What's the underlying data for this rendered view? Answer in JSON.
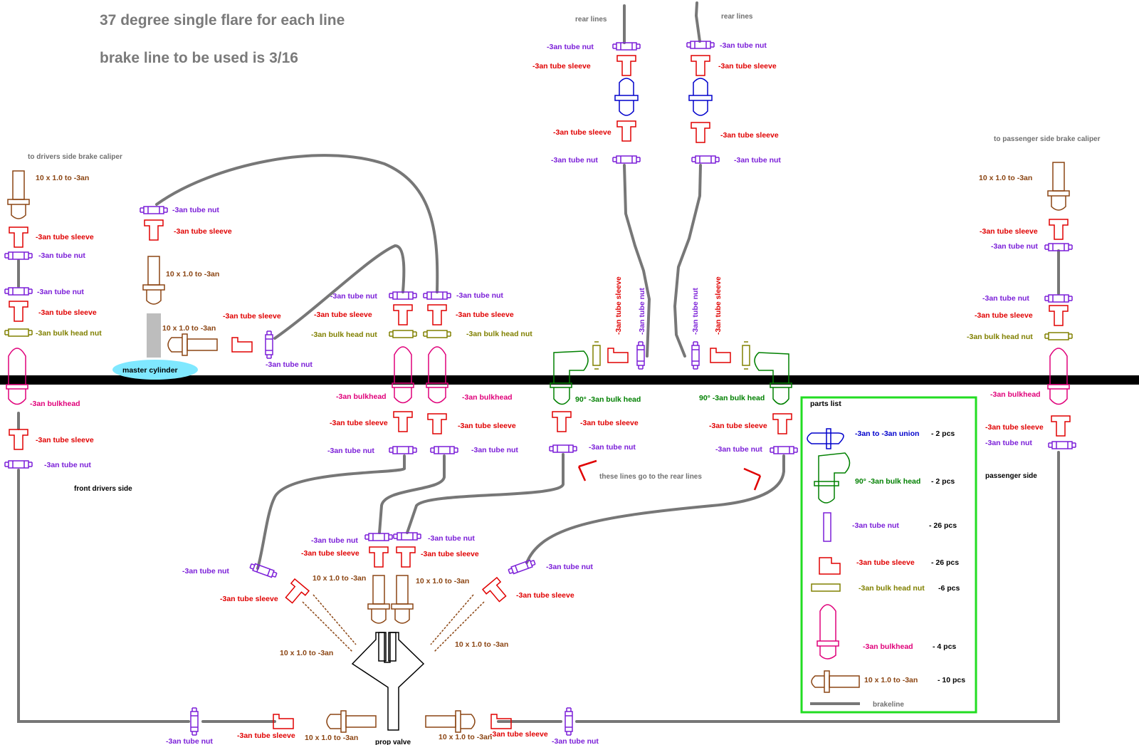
{
  "title": "37 degree single flare for each line",
  "subtitle": "brake line to be used is 3/16",
  "labels": {
    "rear_lines": "rear lines",
    "to_drivers": "to drivers side brake caliper",
    "to_passenger": "to passenger side brake caliper",
    "master_cylinder": "master cylinder",
    "front_drivers_side": "front drivers side",
    "passenger_side": "passenger side",
    "rear_note": "these lines go to the rear lines",
    "prop_valve": "prop valve",
    "tube_nut": "-3an tube nut",
    "tube_sleeve": "-3an tube sleeve",
    "bulk_head_nut": "-3an bulk head nut",
    "bulkhead": "-3an bulkhead",
    "adapter": "10 x 1.0 to -3an",
    "ninety": "90° -3an bulk head"
  },
  "parts_list": {
    "title": "parts list",
    "items": [
      {
        "name": "-3an to -3an union",
        "qty": "- 2 pcs",
        "color": "#0000cc"
      },
      {
        "name": "90° -3an bulk head",
        "qty": "- 2 pcs",
        "color": "#008000"
      },
      {
        "name": "-3an tube nut",
        "qty": "- 26 pcs",
        "color": "#7b1fd8"
      },
      {
        "name": "-3an tube sleeve",
        "qty": "- 26 pcs",
        "color": "#e00000"
      },
      {
        "name": "-3an bulk head nut",
        "qty": "-6 pcs",
        "color": "#808000"
      },
      {
        "name": "-3an bulkhead",
        "qty": "- 4 pcs",
        "color": "#e0007a"
      },
      {
        "name": "10 x 1.0 to -3an",
        "qty": "- 10 pcs",
        "color": "#8b4513"
      }
    ],
    "brakeline": "brakeline"
  },
  "colors": {
    "nut": "#7b1fd8",
    "sleeve": "#e00000",
    "union": "#0000cc",
    "ninety": "#008000",
    "bulk_nut": "#808000",
    "bulkhead": "#e0007a",
    "adapter": "#8b4513",
    "line": "#777777",
    "box": "#22dd22",
    "cylinder": "#7fe8ff"
  }
}
